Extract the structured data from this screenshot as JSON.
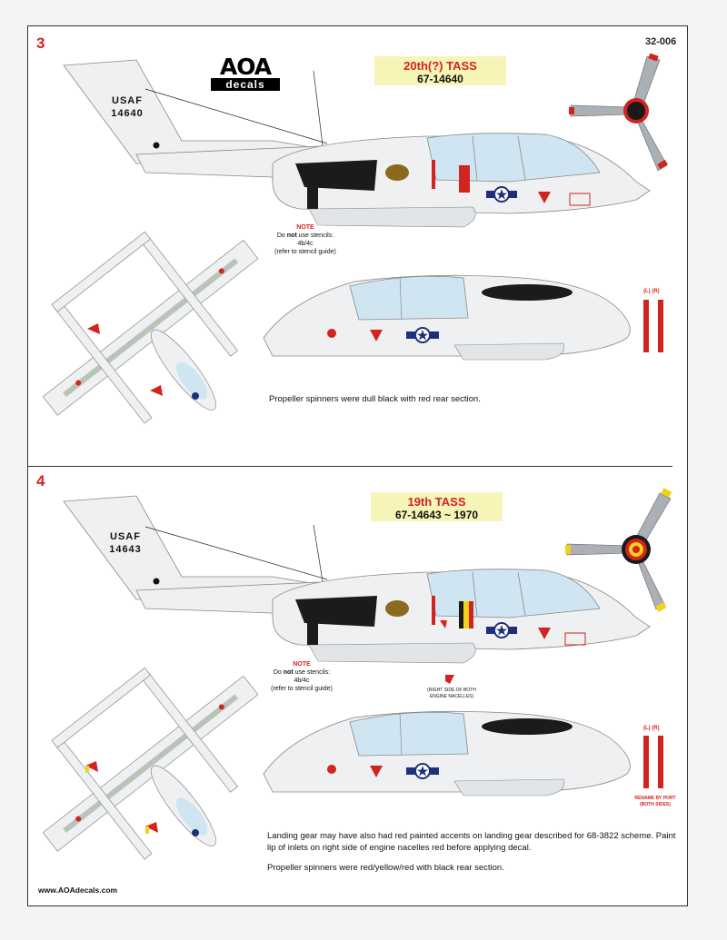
{
  "sheet": {
    "code": "32-006",
    "url": "www.AOAdecals.com",
    "logo": {
      "line1": "AOA",
      "line2": "decals"
    }
  },
  "scheme3": {
    "number": "3",
    "unit": "20th(?) TASS",
    "serial": "67-14640",
    "tail_top": "USAF",
    "tail_number": "14640",
    "note": {
      "heading": "NOTE",
      "line1_pre": "Do ",
      "line1_bold": "not",
      "line1_post": " use stencils:",
      "line2": "4b/4c",
      "line3": "(refer to stencil guide)"
    },
    "caption": "Propeller spinners were dull black with red rear section.",
    "lr_label": "(L)  (R)",
    "spinner_colors": {
      "front": "#1a1a1a",
      "rear": "#d2231f"
    }
  },
  "scheme4": {
    "number": "4",
    "unit": "19th TASS",
    "serial": "67-14643 ~ 1970",
    "tail_top": "USAF",
    "tail_number": "14643",
    "note": {
      "heading": "NOTE",
      "line1_pre": "Do ",
      "line1_bold": "not",
      "line1_post": " use stencils:",
      "line2": "4b/4c",
      "line3": "(refer to stencil guide)"
    },
    "nacelle_note": {
      "line1": "(RIGHT SIDE OF BOTH",
      "line2": "ENGINE NACELLES)"
    },
    "caption_line1": "Landing gear may have also had red painted accents on landing gear described for 68-3822 scheme.  Paint",
    "caption_line2": "lip of inlets on right side of engine nacelles red before applying decal.",
    "caption_line3": "Propeller spinners were red/yellow/red with black rear section.",
    "lr_label": "(L)  (R)",
    "rename_label": {
      "line1": "RENAME BY PORT",
      "line2": "(BOTH SIDES)"
    },
    "spinner_colors": {
      "front": "#d2231f",
      "band": "#f2d21a",
      "rear": "#1a1a1a"
    }
  },
  "colors": {
    "accent_red": "#d2231f",
    "banner_yellow": "#f7f4b8",
    "aircraft_white": "#eef0f2",
    "canopy_blue": "#cfe6f2",
    "anti_glare": "#1b1b1b",
    "national_blue": "#1f2f7a"
  },
  "icons": [
    "propeller-icon",
    "roundel-icon",
    "aircraft-side-view",
    "aircraft-top-view",
    "fuselage-right-view"
  ]
}
